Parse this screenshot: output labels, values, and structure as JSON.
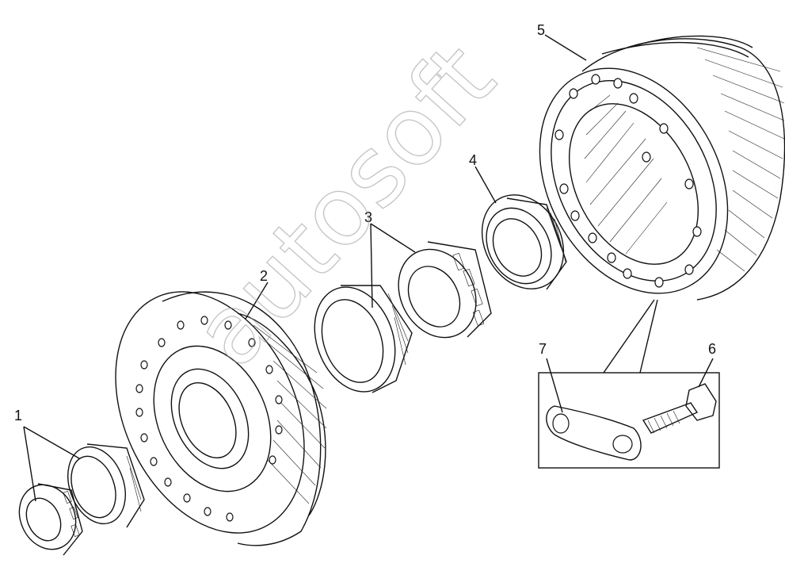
{
  "labels": {
    "part_1": "1",
    "part_2": "2",
    "part_3": "3",
    "part_4": "4",
    "part_5": "5",
    "part_6": "6",
    "part_7": "7"
  },
  "watermark": "autosoft"
}
